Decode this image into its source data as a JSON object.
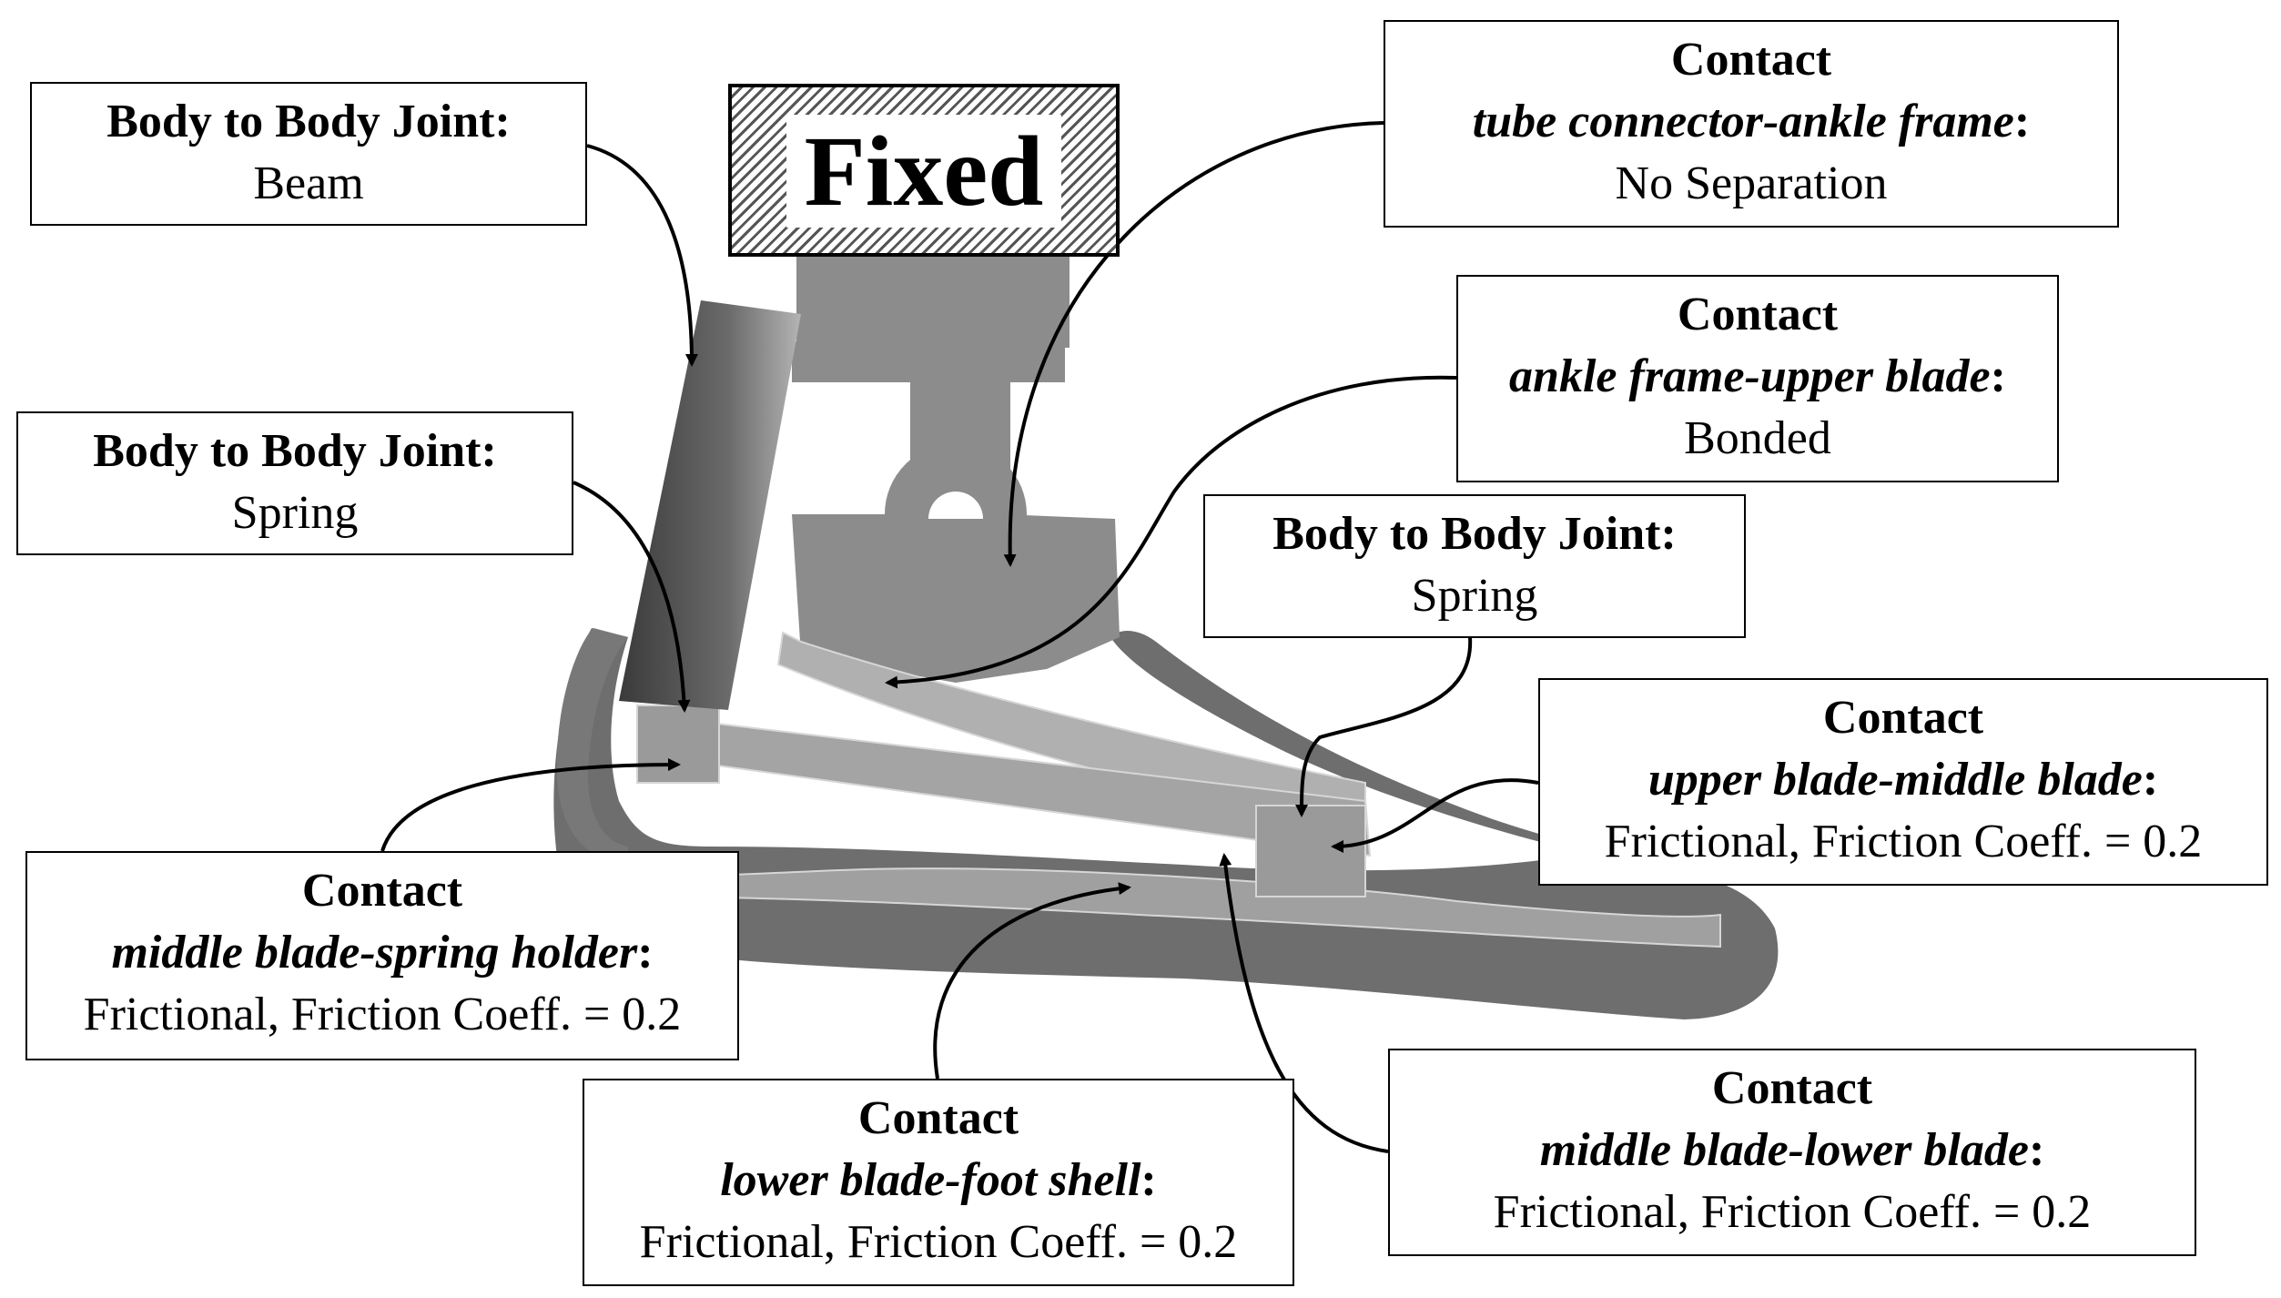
{
  "fixed_label": "Fixed",
  "labels": {
    "joint_beam": {
      "title": "Body to Body Joint:",
      "value": "Beam"
    },
    "joint_spring_1": {
      "title": "Body to Body Joint:",
      "value": "Spring"
    },
    "joint_spring_2": {
      "title": "Body to Body Joint:",
      "value": "Spring"
    },
    "contact_tube": {
      "title": "Contact",
      "subject": "tube connector-ankle frame",
      "value": "No Separation"
    },
    "contact_ankle": {
      "title": "Contact",
      "subject": "ankle frame-upper blade",
      "value": "Bonded"
    },
    "contact_upper": {
      "title": "Contact",
      "subject": "upper blade-middle blade",
      "value": "Frictional, Friction Coeff. = 0.2"
    },
    "contact_spring": {
      "title": "Contact",
      "subject": "middle blade-spring holder",
      "value": "Frictional, Friction Coeff. = 0.2"
    },
    "contact_lower": {
      "title": "Contact",
      "subject": "lower blade-foot shell",
      "value": "Frictional, Friction Coeff. = 0.2"
    },
    "contact_middle": {
      "title": "Contact",
      "subject": "middle blade-lower blade",
      "value": "Frictional, Friction Coeff. = 0.2"
    }
  },
  "colors": {
    "shell": "#6e6e6e",
    "frame": "#8c8c8c",
    "blade": "#a8a8a8",
    "tube": "#4a4a4a"
  }
}
